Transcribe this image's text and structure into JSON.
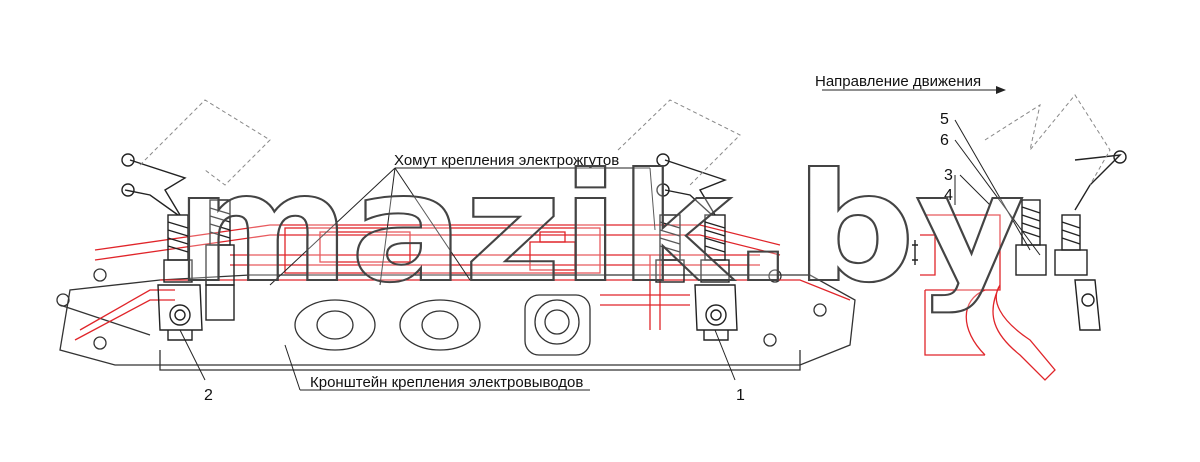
{
  "labels": {
    "direction": "Направление движения",
    "clamp": "Хомут крепления электрожгутов",
    "bracket": "Кронштейн крепления электровыводов"
  },
  "callouts": {
    "n1": "1",
    "n2": "2",
    "n3": "3",
    "n4": "4",
    "n5": "5",
    "n6": "6"
  },
  "watermark": "mazik.by",
  "colors": {
    "line": "#222222",
    "red": "#e0252a",
    "watermark_fill": "#ffffff",
    "watermark_stroke": "#444444",
    "dashed": "#888888"
  }
}
